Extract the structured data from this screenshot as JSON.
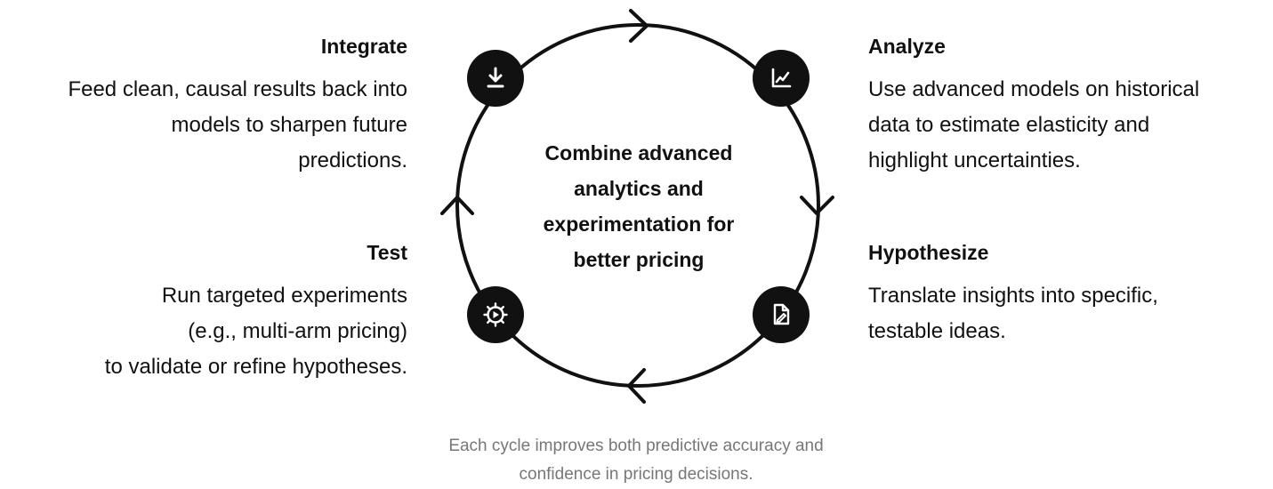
{
  "steps": {
    "integrate": {
      "title": "Integrate",
      "lines": [
        "Feed clean, causal results back into",
        "models to sharpen future",
        "predictions."
      ],
      "icon": "download-icon"
    },
    "analyze": {
      "title": "Analyze",
      "lines": [
        "Use advanced models on historical",
        "data to estimate elasticity and",
        "highlight uncertainties."
      ],
      "icon": "line-chart-icon"
    },
    "hypothesize": {
      "title": "Hypothesize",
      "lines": [
        "Translate insights into specific,",
        "testable ideas."
      ],
      "icon": "document-pen-icon"
    },
    "test": {
      "title": "Test",
      "lines": [
        "Run targeted experiments",
        "(e.g., multi-arm pricing)",
        "to validate or refine hypotheses."
      ],
      "icon": "gear-play-icon"
    }
  },
  "center": {
    "lines": [
      "Combine advanced",
      "analytics and",
      "experimentation for",
      "better pricing"
    ]
  },
  "footer": {
    "lines": [
      "Each cycle improves both predictive accuracy and",
      "confidence in pricing decisions."
    ]
  },
  "colors": {
    "ink": "#111111",
    "muted": "#777777",
    "background": "#ffffff"
  }
}
